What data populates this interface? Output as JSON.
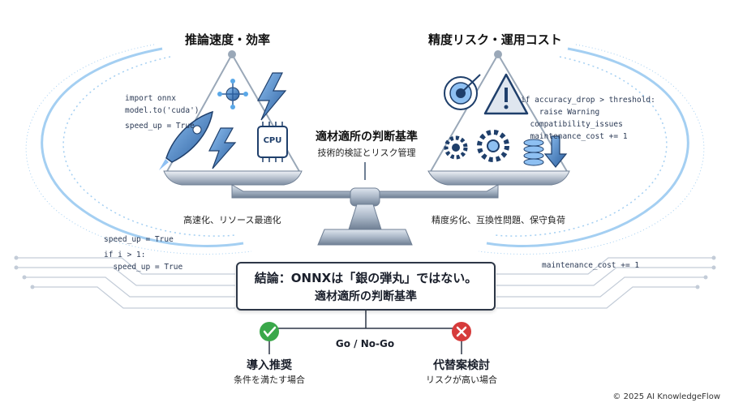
{
  "left": {
    "title": "推論速度・効率",
    "caption": "高速化、リソース最適化",
    "code_top": [
      "import onnx",
      "model.to('cuda')",
      "",
      "speed_up = True"
    ],
    "code_bottom": [
      "speed_up = True",
      "",
      "if i > 1:",
      "  speed_up = True"
    ],
    "cpu_label": "CPU"
  },
  "right": {
    "title": "精度リスク・運用コスト",
    "caption": "精度劣化、互換性問題、保守負荷",
    "code_top": [
      "if accuracy_drop > threshold:",
      "    raise Warning",
      "  compatibility_issues",
      "  maintenance_cost += 1"
    ],
    "code_bottom": [
      "maintenance_cost += 1"
    ]
  },
  "center": {
    "title": "適材適所の判断基準",
    "subtitle": "技術的検証とリスク管理"
  },
  "conclusion": {
    "line1": "結論：ONNXは「銀の弾丸」ではない。",
    "line2": "適材適所の判断基準"
  },
  "decision": {
    "label": "Go / No-Go",
    "go": {
      "title": "導入推奨",
      "subtitle": "条件を満たす場合"
    },
    "nogo": {
      "title": "代替案検討",
      "subtitle": "リスクが高い場合"
    }
  },
  "copyright": "© 2025 AI KnowledgeFlow",
  "colors": {
    "go": "#3aa84a",
    "nogo": "#d63b3b",
    "steel": "#8b9bb0",
    "glow": "#5aa8e8"
  }
}
